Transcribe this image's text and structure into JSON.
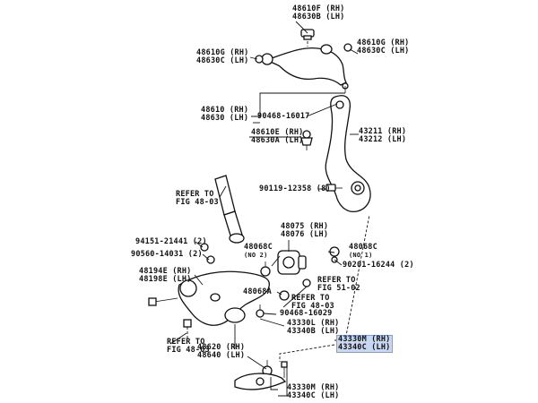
{
  "labels": {
    "l48610F_630B": [
      "48610F (RH)",
      "48630B (LH)"
    ],
    "l48610G_630C_left": [
      "48610G (RH)",
      "48630C (LH)"
    ],
    "l48610G_630C_right": [
      "48610G (RH)",
      "48630C (LH)"
    ],
    "l48610_630": [
      "48610 (RH)",
      "48630 (LH)"
    ],
    "l90468_16017": [
      "90468-16017"
    ],
    "l48610E_630A": [
      "48610E (RH)",
      "48630A (LH)"
    ],
    "l43211_43212": [
      "43211 (RH)",
      "43212 (LH)"
    ],
    "l90119": [
      "90119-12358 (8)"
    ],
    "refer_48_03_top": [
      "REFER TO",
      "FIG 48-03"
    ],
    "l48075_48076": [
      "48075 (RH)",
      "48076 (LH)"
    ],
    "l94151": [
      "94151-21441 (2)"
    ],
    "l90560": [
      "90560-14031 (2)"
    ],
    "l48068C_left": [
      "48068C",
      "(NO 2)"
    ],
    "l48068C_right": [
      "48068C",
      "(NO 1)"
    ],
    "l90201": [
      "90201-16244 (2)"
    ],
    "l48194E_48198E": [
      "48194E (RH)",
      "48198E (LH)"
    ],
    "l48068A": [
      "48068A"
    ],
    "refer_51_02": [
      "REFER TO",
      "FIG 51-02"
    ],
    "refer_48_03_mid": [
      "REFER TO",
      "FIG 48-03"
    ],
    "l90468_16029": [
      "90468-16029"
    ],
    "l43330L_43340B": [
      "43330L (RH)",
      "43340B (LH)"
    ],
    "l43330M_43340C_hl": [
      "43330M (RH)",
      "43340C (LH)"
    ],
    "refer_48_03_bot": [
      "REFER TO",
      "FIG 48-03"
    ],
    "l48620_48640": [
      "48620 (RH)",
      "48640 (LH)"
    ],
    "l43330M_43340C_bot": [
      "43330M (RH)",
      "43340C (LH)"
    ]
  },
  "colors": {
    "highlight_fill": "#c9d8f2",
    "highlight_border": "#7f9fd6",
    "line": "#111111"
  }
}
